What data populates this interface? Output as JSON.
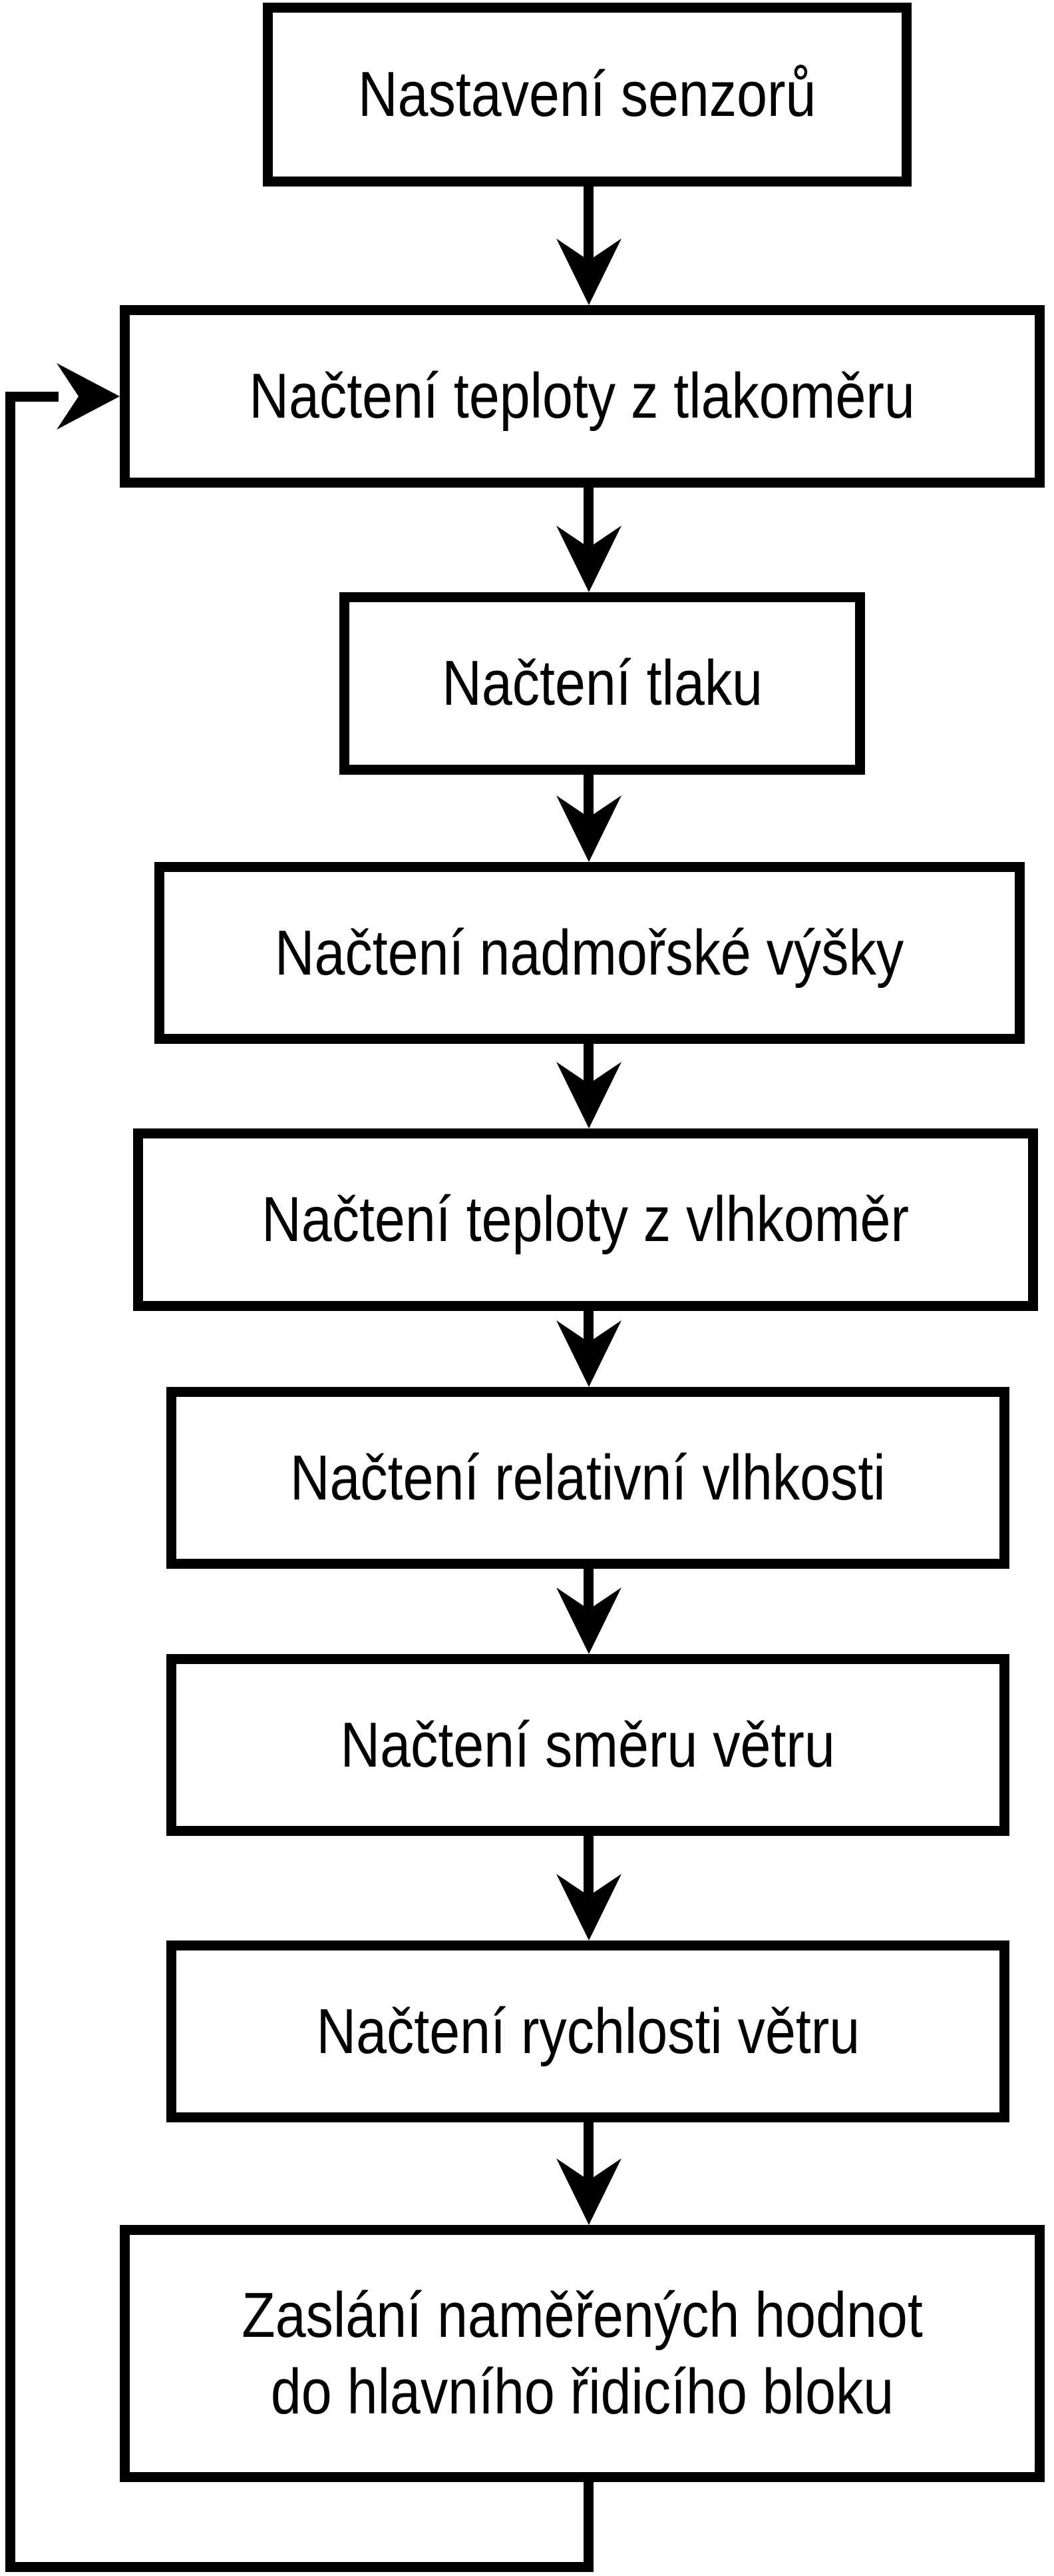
{
  "diagram": {
    "type": "flowchart",
    "background_color": "#ffffff",
    "stroke_color": "#000000",
    "text_color": "#000000",
    "nodes": [
      {
        "id": "setup-sensors",
        "label": "Nastavení senzorů"
      },
      {
        "id": "read-temp-barometer",
        "label": "Načtení teploty z tlakoměru"
      },
      {
        "id": "read-pressure",
        "label": "Načtení tlaku"
      },
      {
        "id": "read-altitude",
        "label": "Načtení nadmořské výšky"
      },
      {
        "id": "read-temp-hygrometer",
        "label": "Načtení teploty z vlhkoměr"
      },
      {
        "id": "read-relative-humidity",
        "label": "Načtení relativní vlhkosti"
      },
      {
        "id": "read-wind-direction",
        "label": "Načtení směru větru"
      },
      {
        "id": "read-wind-speed",
        "label": "Načtení rychlosti větru"
      },
      {
        "id": "send-measured-values",
        "label_lines": [
          "Zaslání naměřených hodnot",
          "do hlavního řidicího bloku"
        ]
      }
    ],
    "edges": [
      {
        "from": "setup-sensors",
        "to": "read-temp-barometer",
        "style": "arrow-down"
      },
      {
        "from": "read-temp-barometer",
        "to": "read-pressure",
        "style": "arrow-down"
      },
      {
        "from": "read-pressure",
        "to": "read-altitude",
        "style": "arrow-down"
      },
      {
        "from": "read-altitude",
        "to": "read-temp-hygrometer",
        "style": "arrow-down"
      },
      {
        "from": "read-temp-hygrometer",
        "to": "read-relative-humidity",
        "style": "arrow-down"
      },
      {
        "from": "read-relative-humidity",
        "to": "read-wind-direction",
        "style": "arrow-down"
      },
      {
        "from": "read-wind-direction",
        "to": "read-wind-speed",
        "style": "arrow-down"
      },
      {
        "from": "read-wind-speed",
        "to": "send-measured-values",
        "style": "arrow-down"
      },
      {
        "from": "send-measured-values",
        "to": "read-temp-barometer",
        "style": "loop-back-left"
      }
    ]
  }
}
